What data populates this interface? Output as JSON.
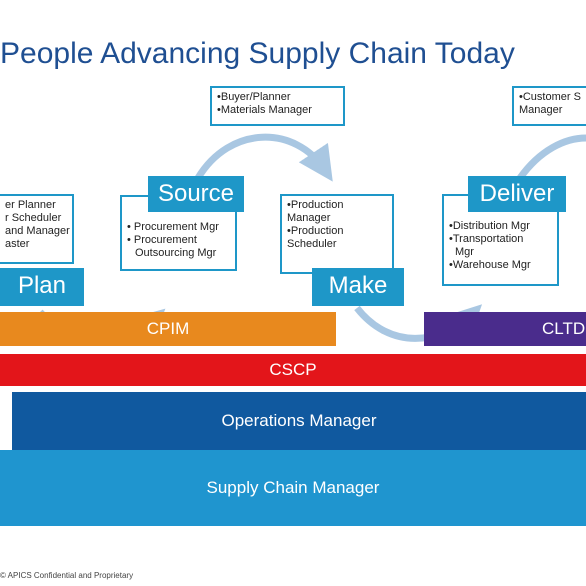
{
  "title": "People Advancing Supply Chain Today",
  "stages": {
    "plan": "Plan",
    "source": "Source",
    "make": "Make",
    "deliver": "Deliver"
  },
  "roles": {
    "plan": [
      "er Planner",
      "r Scheduler",
      "and Manager",
      "aster"
    ],
    "source": [
      "• Procurement Mgr",
      "• Procurement",
      "Outsourcing Mgr"
    ],
    "buyer": [
      "•Buyer/Planner",
      "•Materials Manager"
    ],
    "make": [
      "•Production",
      "Manager",
      "•Production",
      "Scheduler"
    ],
    "customer": [
      "•Customer S",
      "Manager"
    ],
    "deliver": [
      "•Distribution Mgr",
      "•Transportation",
      "Mgr",
      "•Warehouse Mgr"
    ]
  },
  "bands": {
    "cpim": "CPIM",
    "cltd": "CLTD",
    "cscp": "CSCP",
    "operations": "Operations Manager",
    "supply_chain": "Supply Chain Manager"
  },
  "colors": {
    "title": "#1f4f92",
    "stage": "#1e97c8",
    "cpim": "#e8891e",
    "cltd": "#4a2c8c",
    "cscp": "#e3151a",
    "operations": "#10599f",
    "supply_chain": "#1f95cf"
  },
  "footer": "© APICS Confidential and Proprietary"
}
